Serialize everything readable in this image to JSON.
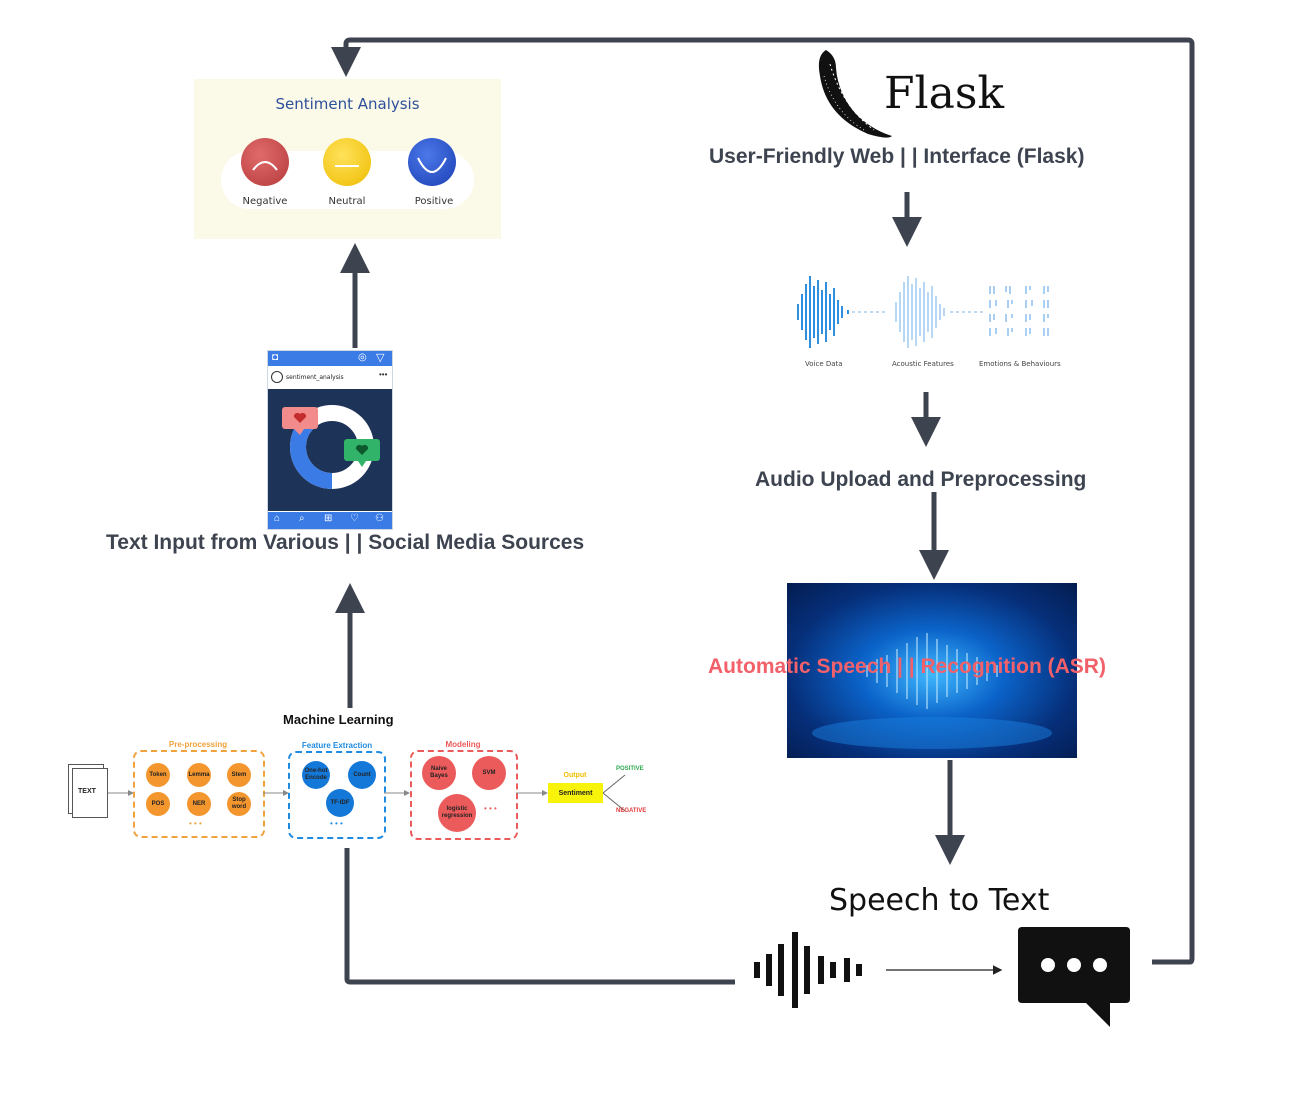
{
  "sentiment": {
    "title": "Sentiment Analysis",
    "faces": [
      {
        "label": "Negative",
        "color": "#c94a4a"
      },
      {
        "label": "Neutral",
        "color": "#f2cc1c"
      },
      {
        "label": "Positive",
        "color": "#2450c8"
      }
    ]
  },
  "flask": {
    "logo_text": "Flask",
    "caption": "User-Friendly Web | | Interface (Flask)"
  },
  "audio_features": {
    "labels": [
      "Voice Data",
      "Acoustic Features",
      "Emotions & Behaviours"
    ]
  },
  "social": {
    "handle": "sentiment_analysis",
    "caption": "Text Input from Various  | | Social Media Sources"
  },
  "preprocessing": {
    "caption": "Audio Upload and  Preprocessing"
  },
  "asr": {
    "caption": "Automatic Speech   | |    Recognition (ASR)"
  },
  "ml": {
    "title": "Machine Learning",
    "input_label": "TEXT",
    "stages": [
      {
        "title": "Pre-processing",
        "color": "#f0a23c",
        "nodes": [
          "Token",
          "Lemma",
          "Stem",
          "POS",
          "NER",
          "Stop word"
        ]
      },
      {
        "title": "Feature Extraction",
        "color": "#1f8be0",
        "nodes": [
          "One-hot Encode",
          "Count",
          "TF-IDF"
        ]
      },
      {
        "title": "Modeling",
        "color": "#ec5b5b",
        "nodes": [
          "Naive Bayes",
          "SVM",
          "logistic regression"
        ]
      }
    ],
    "output_title": "Output",
    "output_label": "Sentiment",
    "positive": "POSITIVE",
    "negative": "NEGATIVE",
    "more": "• • •"
  },
  "speech_to_text": {
    "caption": "Speech to Text"
  }
}
